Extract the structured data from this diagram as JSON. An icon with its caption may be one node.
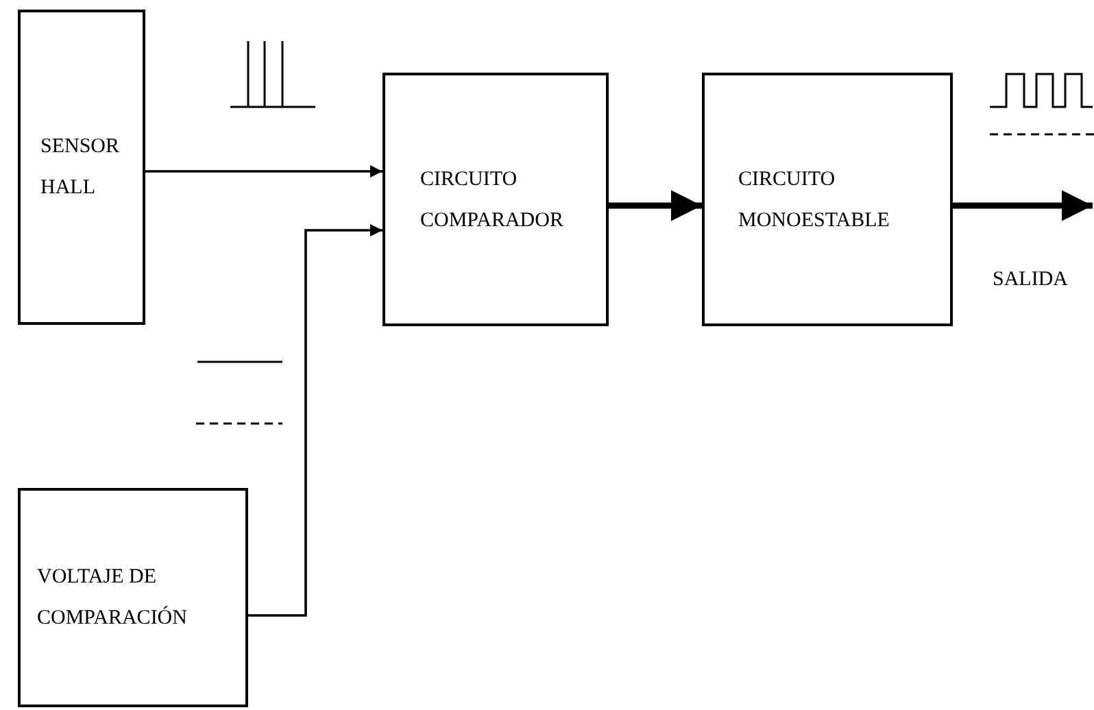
{
  "diagram": {
    "nodes": [
      {
        "text": [
          "SENSOR HALL"
        ]
      },
      {
        "text": [
          "CIRCUITO COMPARADOR"
        ]
      },
      {
        "text": [
          "CIRCUITO MONOESTABLE"
        ]
      },
      {
        "text": [
          "VOLTAJE DE COMPARACIÓN"
        ]
      }
    ],
    "edges": [
      {
        "from": 0,
        "to": 1,
        "arrow": "to"
      },
      {
        "from": 3,
        "to": 1,
        "arrow": "to"
      },
      {
        "from": 1,
        "to": 2,
        "arrow": "to",
        "style": "thick"
      },
      {
        "from": 2,
        "to": null,
        "arrow": "to",
        "style": "thick"
      }
    ],
    "labels": [
      "SALIDA"
    ]
  }
}
